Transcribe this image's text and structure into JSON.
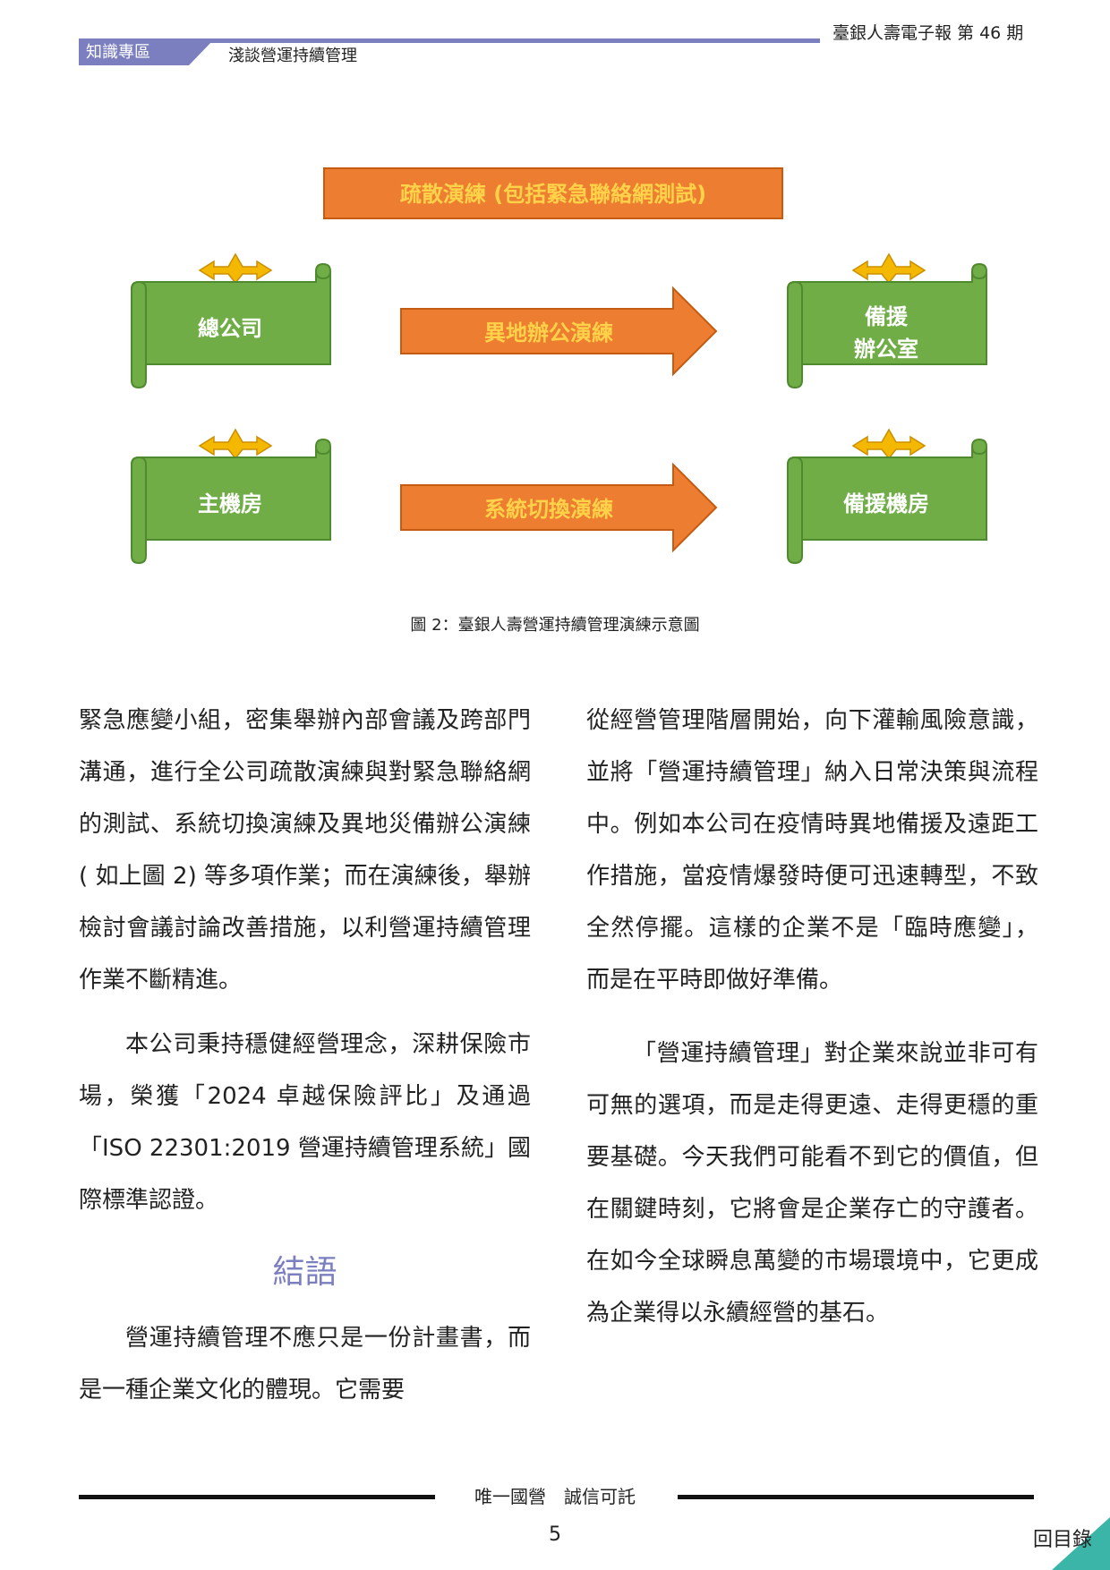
{
  "header": {
    "section_tab": "知識專區",
    "topic": "淺談營運持續管理",
    "issue": "臺銀人壽電子報 第 46 期"
  },
  "figure": {
    "top_banner": "疏散演練 (包括緊急聯絡網測試)",
    "row1": {
      "left": "總公司",
      "arrow": "異地辦公演練",
      "right_line1": "備援",
      "right_line2": "辦公室"
    },
    "row2": {
      "left": "主機房",
      "arrow": "系統切換演練",
      "right": "備援機房"
    },
    "caption": "圖 2：臺銀人壽營運持續管理演練示意圖",
    "colors": {
      "orange": "#ed7d31",
      "orange_text": "#ffd24a",
      "green": "#70ad47",
      "green_dark": "#4f8a2e",
      "gold": "#f5b800"
    }
  },
  "left_column": {
    "p1": "緊急應變小組，密集舉辦內部會議及跨部門溝通，進行全公司疏散演練與對緊急聯絡網的測試、系統切換演練及異地災備辦公演練 ( 如上圖 2) 等多項作業；而在演練後，舉辦檢討會議討論改善措施，以利營運持續管理作業不斷精進。",
    "p2": "本公司秉持穩健經營理念，深耕保險市場，榮獲「2024 卓越保險評比」及通過「ISO 22301:2019 營運持續管理系統」國際標準認證。",
    "heading": "結語",
    "p3": "營運持續管理不應只是一份計畫書，而是一種企業文化的體現。它需要"
  },
  "right_column": {
    "p1": "從經營管理階層開始，向下灌輸風險意識，並將「營運持續管理」納入日常決策與流程中。例如本公司在疫情時異地備援及遠距工作措施，當疫情爆發時便可迅速轉型，不致全然停擺。這樣的企業不是「臨時應變」，而是在平時即做好準備。",
    "p2": "「營運持續管理」對企業來說並非可有可無的選項，而是走得更遠、走得更穩的重要基礎。今天我們可能看不到它的價值，但在關鍵時刻，它將會是企業存亡的守護者。在如今全球瞬息萬變的市場環境中，它更成為企業得以永續經營的基石。"
  },
  "footer": {
    "slogan": "唯一國營　誠信可託",
    "page_number": "5",
    "toc_link": "回目錄"
  }
}
